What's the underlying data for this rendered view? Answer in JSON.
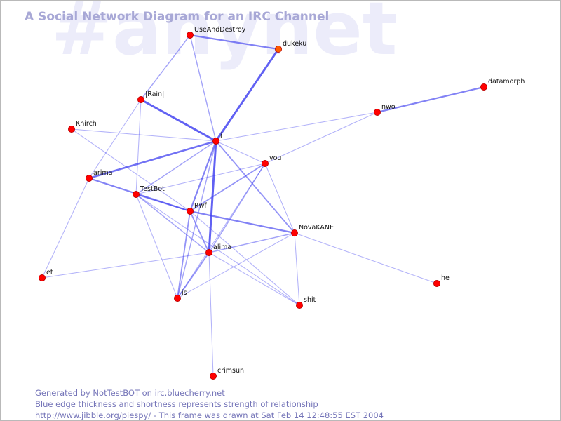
{
  "title": "A Social Network Diagram for an IRC Channel",
  "channel": "#anynet",
  "footer": {
    "generated": "Generated by NotTestBOT on irc.bluecherry.net",
    "legend": "Blue edge thickness and shortness represents strength of relationship",
    "url_line": "http://www.jibble.org/piespy/ - This frame was drawn at Sat Feb 14 12:48:55 EST 2004"
  },
  "colors": {
    "edge": "#3c3cf0",
    "node": "#ff0000",
    "node_outline": "#b40000",
    "node_alt": "#ff5a00",
    "title": "#a8a8d6",
    "watermark": "#ececfa",
    "footer": "#7474b8",
    "border": "#b9b9b9"
  },
  "nodes": [
    {
      "id": "UseAndDestroy",
      "label": "UseAndDestroy"
    },
    {
      "id": "dukeku",
      "label": "dukeku",
      "color": "alt"
    },
    {
      "id": "datamorph",
      "label": "datamorph"
    },
    {
      "id": "nwo",
      "label": "nwo"
    },
    {
      "id": "Rain",
      "label": "|Rain|"
    },
    {
      "id": "Knirch",
      "label": "Knirch"
    },
    {
      "id": "i",
      "label": "i"
    },
    {
      "id": "you",
      "label": "you"
    },
    {
      "id": "arima",
      "label": "arima"
    },
    {
      "id": "TestBot",
      "label": "TestBot"
    },
    {
      "id": "Rwf",
      "label": "Rwf"
    },
    {
      "id": "NovaKANE",
      "label": "NovaKANE"
    },
    {
      "id": "alima",
      "label": "alima"
    },
    {
      "id": "et",
      "label": "et"
    },
    {
      "id": "he",
      "label": "he"
    },
    {
      "id": "is",
      "label": "is"
    },
    {
      "id": "shit",
      "label": "shit"
    },
    {
      "id": "crimsun",
      "label": "crimsun"
    }
  ],
  "edges": [
    {
      "from": "UseAndDestroy",
      "to": "dukeku",
      "strength": 2
    },
    {
      "from": "UseAndDestroy",
      "to": "Rain",
      "strength": 1
    },
    {
      "from": "UseAndDestroy",
      "to": "i",
      "strength": 1
    },
    {
      "from": "dukeku",
      "to": "i",
      "strength": 3
    },
    {
      "from": "datamorph",
      "to": "nwo",
      "strength": 2
    },
    {
      "from": "nwo",
      "to": "i",
      "strength": 0.5
    },
    {
      "from": "nwo",
      "to": "you",
      "strength": 0.5
    },
    {
      "from": "Rain",
      "to": "i",
      "strength": 3
    },
    {
      "from": "Rain",
      "to": "arima",
      "strength": 0.5
    },
    {
      "from": "Rain",
      "to": "TestBot",
      "strength": 0.5
    },
    {
      "from": "Knirch",
      "to": "i",
      "strength": 0.5
    },
    {
      "from": "Knirch",
      "to": "Rwf",
      "strength": 0.5
    },
    {
      "from": "i",
      "to": "arima",
      "strength": 2.5
    },
    {
      "from": "i",
      "to": "TestBot",
      "strength": 1
    },
    {
      "from": "i",
      "to": "Rwf",
      "strength": 2
    },
    {
      "from": "i",
      "to": "alima",
      "strength": 3
    },
    {
      "from": "i",
      "to": "NovaKANE",
      "strength": 1.5
    },
    {
      "from": "i",
      "to": "you",
      "strength": 0.5
    },
    {
      "from": "i",
      "to": "is",
      "strength": 1
    },
    {
      "from": "you",
      "to": "TestBot",
      "strength": 0.5
    },
    {
      "from": "you",
      "to": "Rwf",
      "strength": 1.5
    },
    {
      "from": "you",
      "to": "NovaKANE",
      "strength": 0.5
    },
    {
      "from": "you",
      "to": "alima",
      "strength": 1
    },
    {
      "from": "you",
      "to": "is",
      "strength": 0.5
    },
    {
      "from": "arima",
      "to": "Rwf",
      "strength": 2
    },
    {
      "from": "arima",
      "to": "et",
      "strength": 0.5
    },
    {
      "from": "TestBot",
      "to": "Rwf",
      "strength": 1.5
    },
    {
      "from": "TestBot",
      "to": "alima",
      "strength": 1
    },
    {
      "from": "TestBot",
      "to": "is",
      "strength": 0.5
    },
    {
      "from": "TestBot",
      "to": "shit",
      "strength": 0.5
    },
    {
      "from": "Rwf",
      "to": "NovaKANE",
      "strength": 2
    },
    {
      "from": "Rwf",
      "to": "alima",
      "strength": 1.5
    },
    {
      "from": "Rwf",
      "to": "is",
      "strength": 1.5
    },
    {
      "from": "Rwf",
      "to": "shit",
      "strength": 0.5
    },
    {
      "from": "NovaKANE",
      "to": "alima",
      "strength": 1
    },
    {
      "from": "NovaKANE",
      "to": "he",
      "strength": 0.5
    },
    {
      "from": "NovaKANE",
      "to": "shit",
      "strength": 0.5
    },
    {
      "from": "NovaKANE",
      "to": "is",
      "strength": 0.5
    },
    {
      "from": "alima",
      "to": "et",
      "strength": 0.5
    },
    {
      "from": "alima",
      "to": "is",
      "strength": 1.5
    },
    {
      "from": "alima",
      "to": "shit",
      "strength": 0.5
    },
    {
      "from": "alima",
      "to": "crimsun",
      "strength": 0.5
    }
  ]
}
